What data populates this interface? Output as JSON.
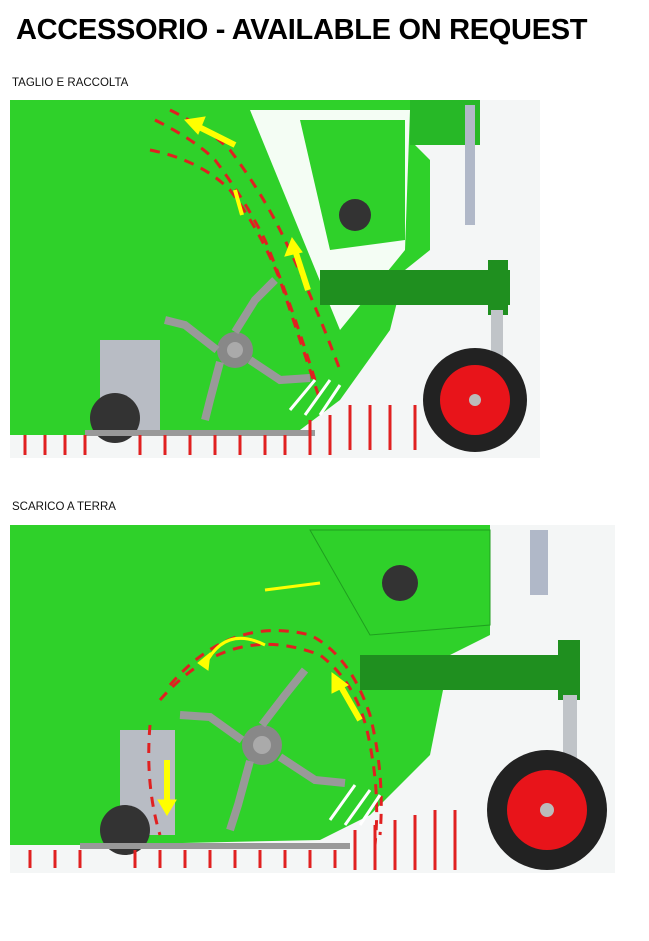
{
  "title": "ACCESSORIO - AVAILABLE ON REQUEST",
  "sections": [
    {
      "caption": "TAGLIO E RACCOLTA"
    },
    {
      "caption": "SCARICO A TERRA"
    }
  ],
  "colors": {
    "body_green": "#2fd12a",
    "dark_green": "#1f8f1f",
    "flow_red": "#e02020",
    "arrow_yellow": "#ffff00",
    "wheel_red": "#e8141a"
  }
}
